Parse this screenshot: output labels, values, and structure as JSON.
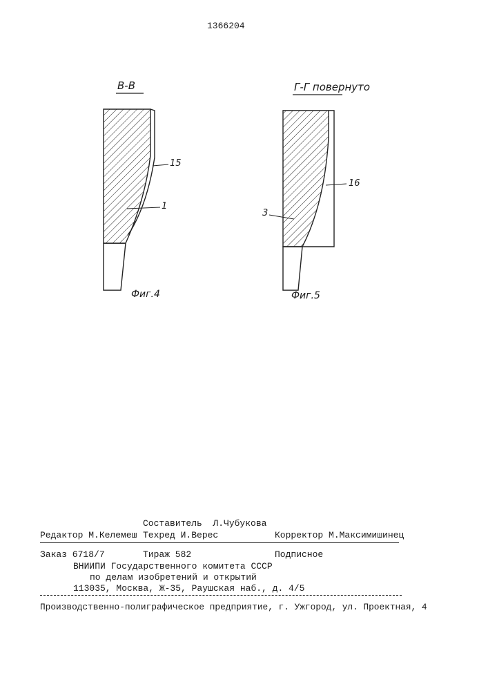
{
  "header": {
    "patent_number": "1366204"
  },
  "figures": {
    "fig4": {
      "section_label": "В-В",
      "caption": "Фиг.4",
      "callout_15": "15",
      "callout_1": "1"
    },
    "fig5": {
      "section_label": "Г-Г повернуто",
      "caption": "Фиг.5",
      "callout_16": "16",
      "callout_3": "3"
    }
  },
  "colophon": {
    "compiler": "Составитель  Л.Чубукова",
    "editor": "Редактор М.Келемеш",
    "techred": "Техред И.Верес",
    "corrector": "Корректор М.Максимишинец",
    "order": "Заказ 6718/7",
    "circulation": "Тираж 582",
    "subscription": "Подписное",
    "org_line1": "ВНИИПИ Государственного комитета СССР",
    "org_line2": "по делам изобретений и открытий",
    "org_line3": "113035, Москва, Ж-35, Раушская наб., д. 4/5",
    "printer": "Производственно-полиграфическое предприятие, г. Ужгород, ул. Проектная, 4"
  }
}
